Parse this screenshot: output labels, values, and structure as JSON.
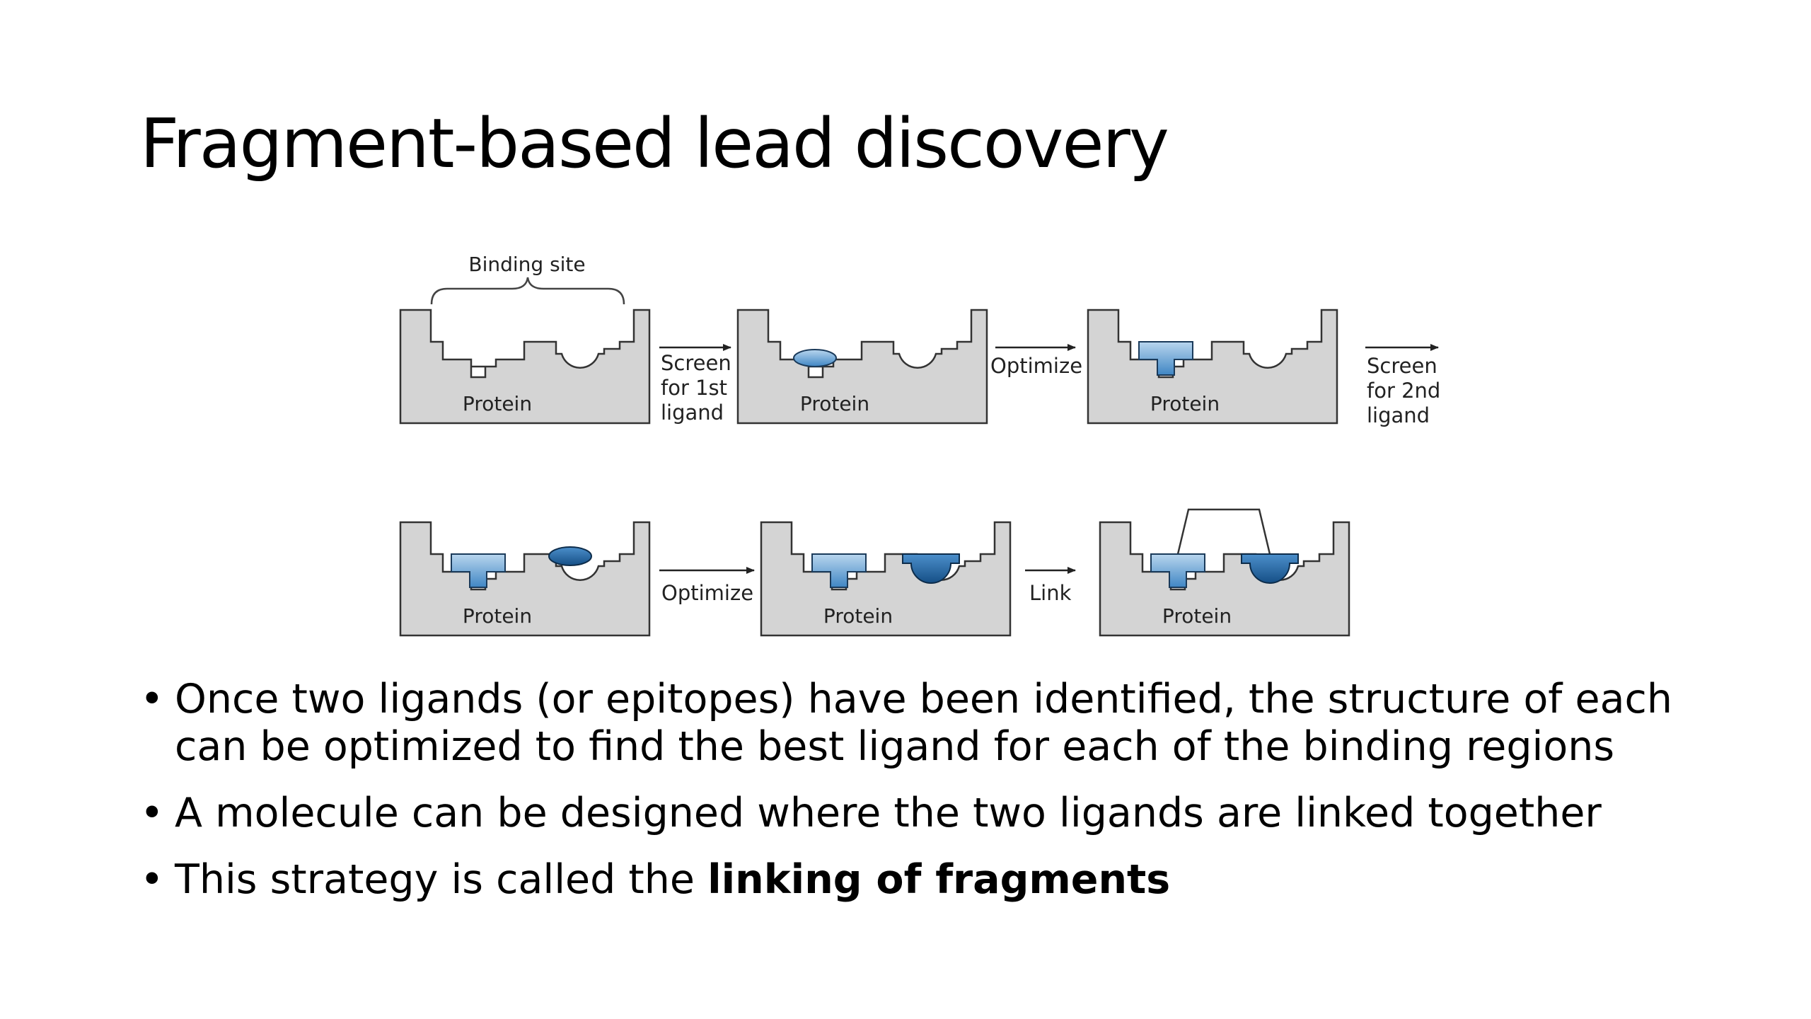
{
  "slide": {
    "title": "Fragment-based lead discovery"
  },
  "diagram": {
    "binding_site_label": "Binding site",
    "protein_label": "Protein",
    "steps": {
      "screen_1st": [
        "Screen",
        "for 1st",
        "ligand"
      ],
      "optimize_1": "Optimize",
      "screen_2nd": [
        "Screen",
        "for 2nd",
        "ligand"
      ],
      "optimize_2": "Optimize",
      "link": "Link"
    },
    "colors": {
      "protein_fill": "#d4d4d4",
      "ligand_light": "#6ea6d4",
      "ligand_dark": "#1f63a0"
    }
  },
  "bullets": [
    {
      "text": "Once two ligands (or epitopes) have been identified, the structure of each can be optimized to find the best ligand for each of the binding regions"
    },
    {
      "text": "A molecule can be designed where the two ligands are linked together"
    },
    {
      "prefix": "This strategy is called the ",
      "bold": "linking of fragments"
    }
  ]
}
